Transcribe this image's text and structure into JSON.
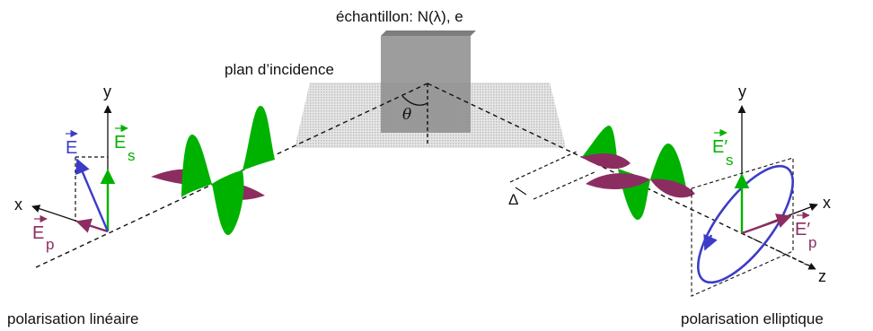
{
  "labels": {
    "sample": "échantillon: N(λ), e",
    "plane": "plan d’incidence",
    "angle": "θ",
    "delta": "Δ",
    "linear": "polarisation linéaire",
    "elliptic": "polarisation elliptique"
  },
  "left_frame": {
    "x_axis": "x",
    "y_axis": "y",
    "E": "E",
    "Es": "E",
    "Es_sub": "s",
    "Ep": "E",
    "Ep_sub": "p"
  },
  "right_frame": {
    "x_axis": "x",
    "y_axis": "y",
    "z_axis": "z",
    "Es": "E′",
    "Es_sub": "s",
    "Ep": "E′",
    "Ep_sub": "p"
  },
  "colors": {
    "s_wave": "#00b200",
    "p_wave": "#8c2d62",
    "total_field": "#3c3cc8",
    "sample": "#8a8a8a",
    "plane": "#cfcfcf"
  }
}
